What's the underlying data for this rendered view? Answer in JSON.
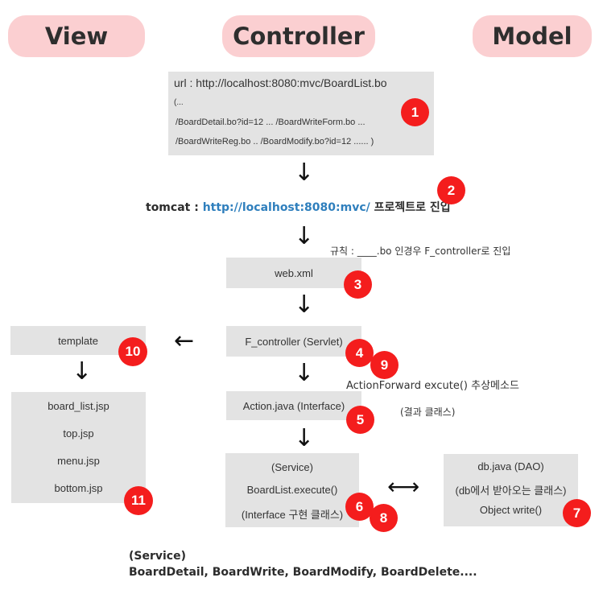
{
  "headers": {
    "view": "View",
    "controller": "Controller",
    "model": "Model"
  },
  "url_box": {
    "main": "url : http://localhost:8080:mvc/BoardList.bo",
    "line2": "(...",
    "line3": "/BoardDetail.bo?id=12   ...     /BoardWriteForm.bo     ...",
    "line4": "/BoardWriteReg.bo    ..   /BoardModify.bo?id=12   ...... )"
  },
  "tomcat": {
    "prefix": "tomcat : ",
    "link": "http://localhost:8080:mvc/",
    "suffix": " 프로젝트로 진입"
  },
  "rule_note": "규칙 : ____.bo 인경우 F_controller로 진입",
  "web_xml": "web.xml",
  "f_controller": "F_controller (Servlet)",
  "action_java": "Action.java (Interface)",
  "action_forward_note": "ActionForward excute() 추상메소드",
  "result_class_note": "(결과 클래스)",
  "service_box": {
    "line1": "(Service)",
    "line2": "BoardList.execute()",
    "line3": "(Interface 구현 클래스)"
  },
  "db_box": {
    "line1": "db.java (DAO)",
    "line2": "(db에서 받아오는 클래스)",
    "line3": "Object write()"
  },
  "template": "template",
  "jsp_files": [
    "board_list.jsp",
    "top.jsp",
    "menu.jsp",
    "bottom.jsp"
  ],
  "footer": {
    "line1": "(Service)",
    "line2": "BoardDetail, BoardWrite, BoardModify, BoardDelete...."
  },
  "badges": [
    "1",
    "2",
    "3",
    "4",
    "5",
    "6",
    "7",
    "8",
    "9",
    "10",
    "11"
  ],
  "arrows": {
    "down": "↓",
    "left": "←",
    "bidirectional": "⟷"
  },
  "colors": {
    "pill": "#fbcfd1",
    "box": "#e3e3e3",
    "badge": "#f41d1d",
    "link": "#2f7fbd"
  }
}
